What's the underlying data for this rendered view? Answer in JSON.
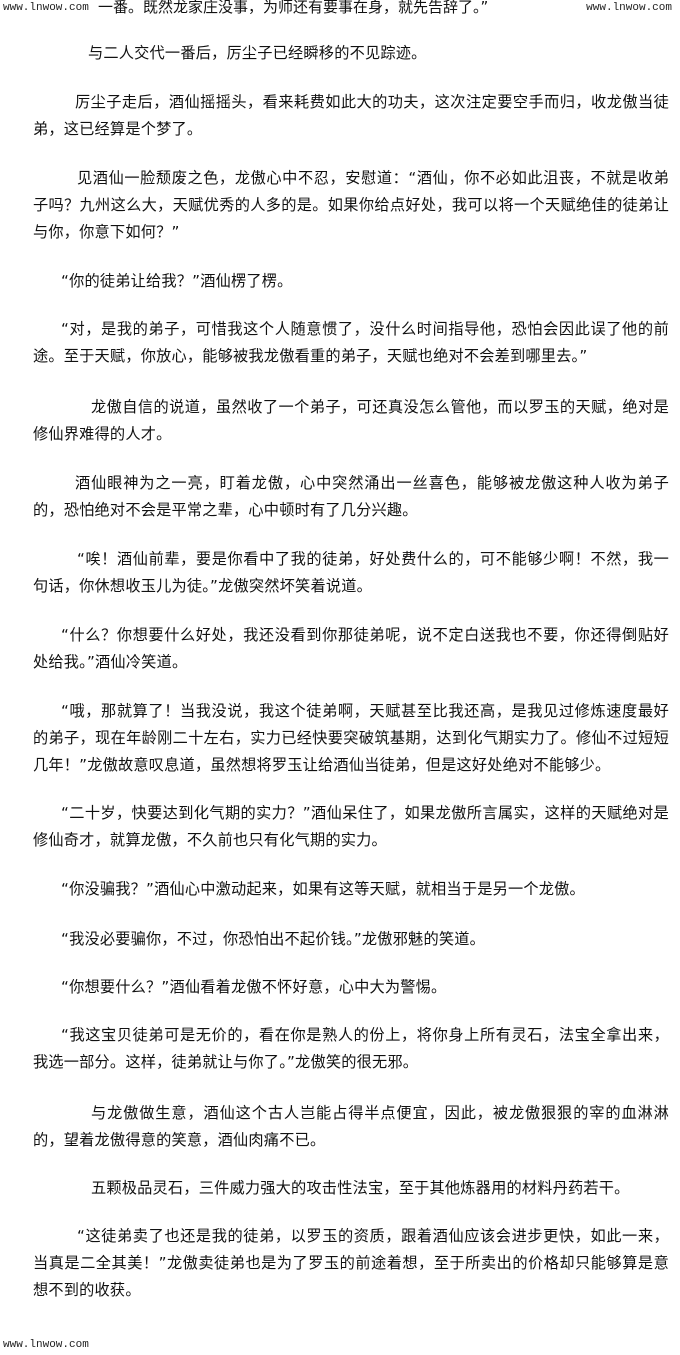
{
  "watermarks": {
    "top_left": "www.lnwow.com",
    "top_right": "www.lnwow.com",
    "bottom_left": "www.lnwow.com"
  },
  "top_fragment": "一番。既然龙家庄没事，为师还有要事在身，就先告辞了。”",
  "paragraphs": [
    "与二人交代一番后，厉尘子已经瞬移的不见踪迹。",
    "厉尘子走后，酒仙摇摇头，看来耗费如此大的功夫，这次注定要空手而归，收龙傲当徒弟，这已经算是个梦了。",
    "见酒仙一脸颓废之色，龙傲心中不忍，安慰道：“酒仙，你不必如此沮丧，不就是收弟子吗？九州这么大，天赋优秀的人多的是。如果你给点好处，我可以将一个天赋绝佳的徒弟让与你，你意下如何？”",
    "“你的徒弟让给我？”酒仙楞了楞。",
    "“对，是我的弟子，可惜我这个人随意惯了，没什么时间指导他，恐怕会因此误了他的前途。至于天赋，你放心，能够被我龙傲看重的弟子，天赋也绝对不会差到哪里去。”",
    "龙傲自信的说道，虽然收了一个弟子，可还真没怎么管他，而以罗玉的天赋，绝对是修仙界难得的人才。",
    "酒仙眼神为之一亮，盯着龙傲，心中突然涌出一丝喜色，能够被龙傲这种人收为弟子的，恐怕绝对不会是平常之辈，心中顿时有了几分兴趣。",
    "“唉！酒仙前辈，要是你看中了我的徒弟，好处费什么的，可不能够少啊！不然，我一句话，你休想收玉儿为徒。”龙傲突然坏笑着说道。",
    "“什么？你想要什么好处，我还没看到你那徒弟呢，说不定白送我也不要，你还得倒贴好处给我。”酒仙冷笑道。",
    "“哦，那就算了！当我没说，我这个徒弟啊，天赋甚至比我还高，是我见过修炼速度最好的弟子，现在年龄刚二十左右，实力已经快要突破筑基期，达到化气期实力了。修仙不过短短几年！”龙傲故意叹息道，虽然想将罗玉让给酒仙当徒弟，但是这好处绝对不能够少。",
    "“二十岁，快要达到化气期的实力？”酒仙呆住了，如果龙傲所言属实，这样的天赋绝对是修仙奇才，就算龙傲，不久前也只有化气期的实力。",
    "“你没骗我？”酒仙心中激动起来，如果有这等天赋，就相当于是另一个龙傲。",
    "“我没必要骗你，不过，你恐怕出不起价钱。”龙傲邪魅的笑道。",
    "“你想要什么？”酒仙看着龙傲不怀好意，心中大为警惕。",
    "“我这宝贝徒弟可是无价的，看在你是熟人的份上，将你身上所有灵石，法宝全拿出来，我选一部分。这样，徒弟就让与你了。”龙傲笑的很无邪。",
    "与龙傲做生意，酒仙这个古人岂能占得半点便宜，因此，被龙傲狠狠的宰的血淋淋的，望着龙傲得意的笑意，酒仙肉痛不已。",
    "五颗极品灵石，三件威力强大的攻击性法宝，至于其他炼器用的材料丹药若干。",
    "“这徒弟卖了也还是我的徒弟，以罗玉的资质，跟着酒仙应该会进步更快，如此一来，当真是二全其美！”龙傲卖徒弟也是为了罗玉的前途着想，至于所卖出的价格却只能够算是意想不到的收获。"
  ]
}
